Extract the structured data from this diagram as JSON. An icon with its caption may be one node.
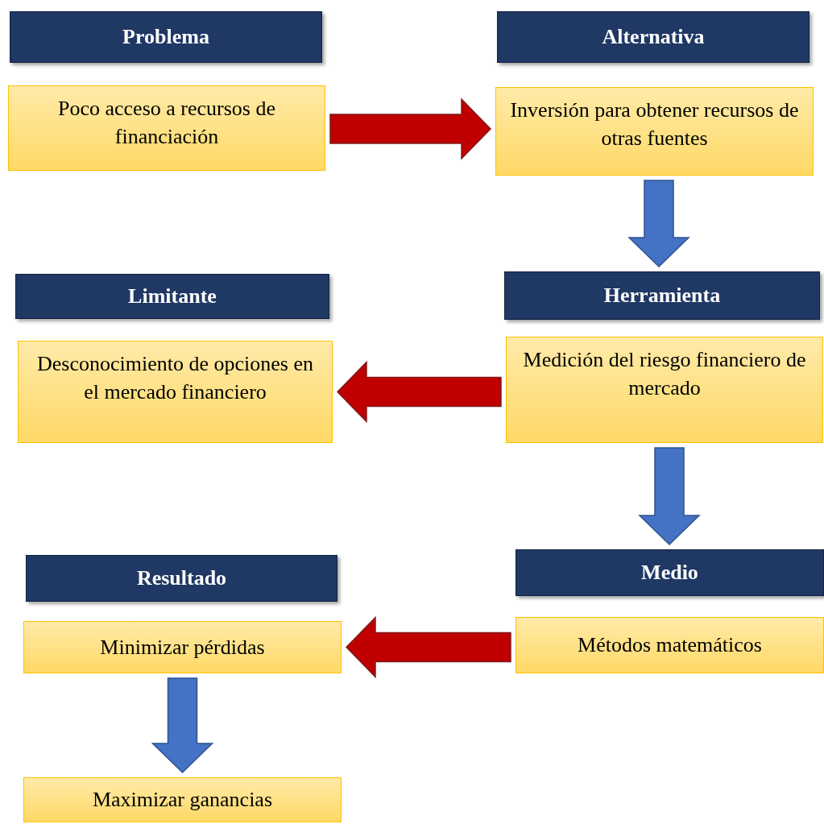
{
  "diagram": {
    "nodes": [
      {
        "text": [
          "Problema"
        ]
      },
      {
        "text": [
          "Poco acceso a recursos de financiación"
        ]
      },
      {
        "text": [
          "Alternativa"
        ]
      },
      {
        "text": [
          "Inversión para obtener recursos de otras fuentes"
        ]
      },
      {
        "text": [
          "Limitante"
        ]
      },
      {
        "text": [
          "Desconocimiento de opciones en el mercado financiero"
        ]
      },
      {
        "text": [
          "Herramienta"
        ]
      },
      {
        "text": [
          "Medición del riesgo financiero de mercado"
        ]
      },
      {
        "text": [
          "Resultado"
        ]
      },
      {
        "text": [
          "Minimizar pérdidas"
        ]
      },
      {
        "text": [
          "Medio"
        ]
      },
      {
        "text": [
          "Métodos matemáticos"
        ]
      },
      {
        "text": [
          "Maximizar ganancias"
        ]
      }
    ],
    "edges": [
      {
        "from": 1,
        "to": 3,
        "arrow": "to",
        "color": "#c00000"
      },
      {
        "from": 3,
        "to": 6,
        "arrow": "to",
        "color": "#4472c4"
      },
      {
        "from": 7,
        "to": 5,
        "arrow": "to",
        "color": "#c00000"
      },
      {
        "from": 7,
        "to": 10,
        "arrow": "to",
        "color": "#4472c4"
      },
      {
        "from": 11,
        "to": 9,
        "arrow": "to",
        "color": "#c00000"
      },
      {
        "from": 9,
        "to": 12,
        "arrow": "to",
        "color": "#4472c4"
      }
    ]
  }
}
